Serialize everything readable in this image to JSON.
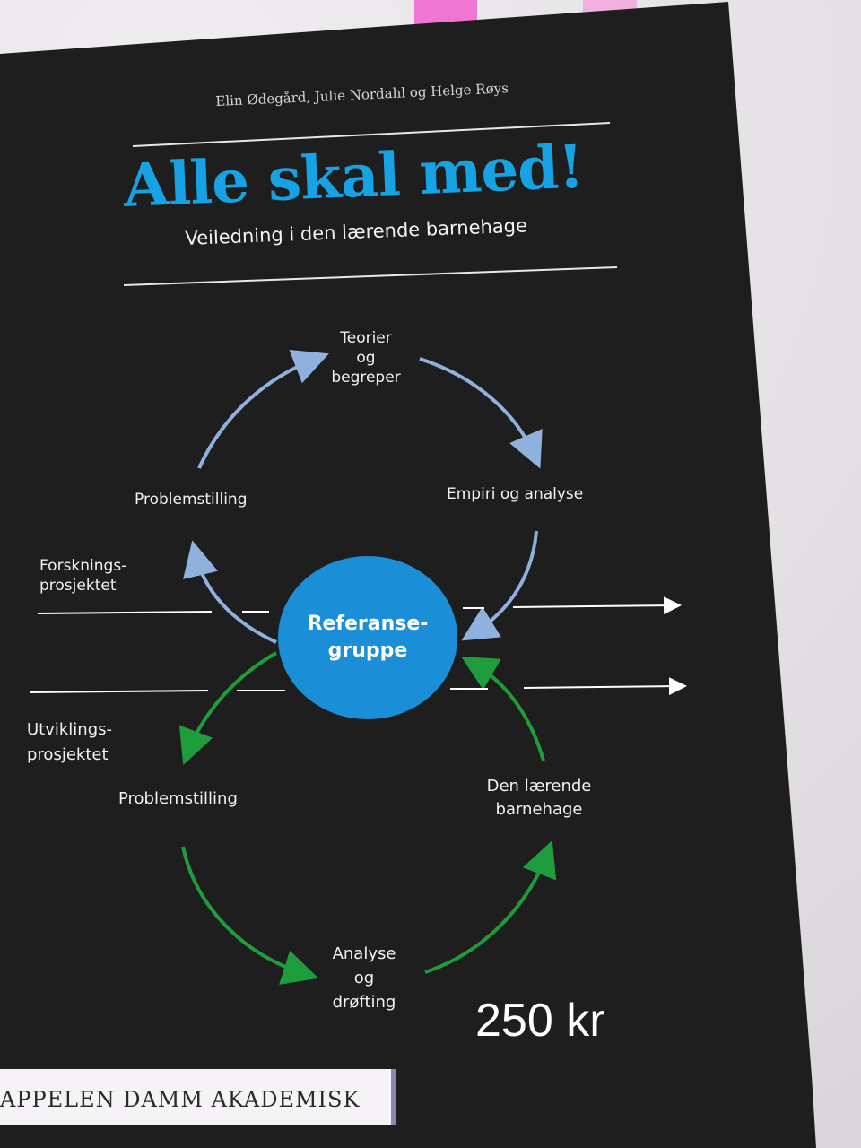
{
  "cover": {
    "authors": "Elin Ødegård, Julie Nordahl og Helge Røys",
    "title": "Alle skal med!",
    "subtitle": "Veiledning i den lærende barnehage",
    "publisher": "APPELEN DAMM AKADEMISK"
  },
  "diagram": {
    "top_cycle": {
      "node_top": [
        "Teorier",
        "og",
        "begreper"
      ],
      "node_right": "Empiri og analyse",
      "node_left": "Problemstilling"
    },
    "bottom_cycle": {
      "node_left": "Problemstilling",
      "node_right": [
        "Den lærende",
        "barnehage"
      ],
      "node_bottom": [
        "Analyse",
        "og",
        "drøfting"
      ]
    },
    "center": [
      "Referanse-",
      "gruppe"
    ],
    "upper_band_label": [
      "Forsknings-",
      "prosjektet"
    ],
    "lower_band_label": [
      "Utviklings-",
      "prosjektet"
    ]
  },
  "price_sticker": "250 kr",
  "colors": {
    "cover_bg": "#1e1e1e",
    "title_blue": "#17a3e3",
    "center_circle": "#1a8fd8",
    "top_arrows": "#8fb1dd",
    "bottom_arrows": "#1f9d3c"
  }
}
